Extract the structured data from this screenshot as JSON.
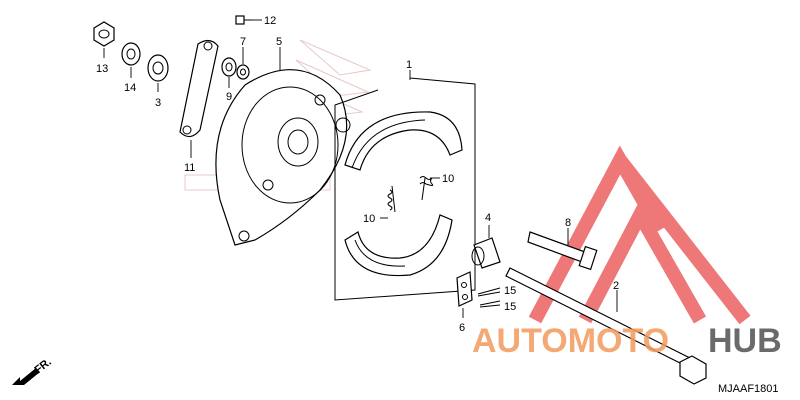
{
  "diagram": {
    "code": "MJAAF1801",
    "forward_marker": "FR.",
    "callouts": {
      "p1": "1",
      "p2": "2",
      "p3": "3",
      "p4": "4",
      "p5": "5",
      "p6": "6",
      "p7": "7",
      "p8": "8",
      "p9": "9",
      "p10a": "10",
      "p10b": "10",
      "p11": "11",
      "p12": "12",
      "p13": "13",
      "p14": "14",
      "p15a": "15",
      "p15b": "15"
    }
  },
  "watermark": {
    "brand_left": "AUTOMOTO",
    "brand_right": "HUB",
    "colors": {
      "orange": "#f39a5c",
      "dark": "#5a5a5a",
      "red": "#e94b4b"
    }
  }
}
